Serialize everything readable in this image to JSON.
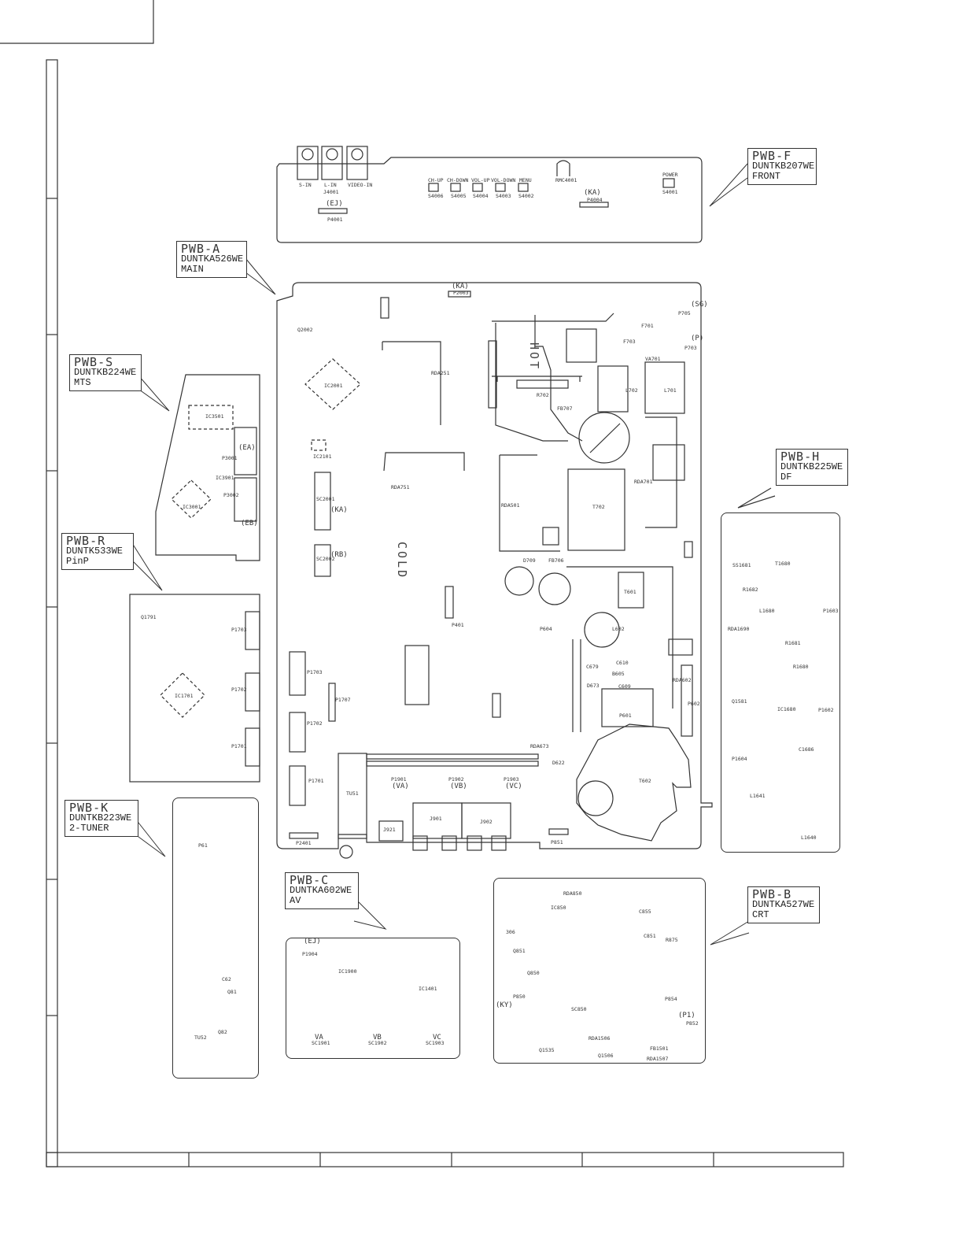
{
  "boards": {
    "F": {
      "callout": [
        "PWB-F",
        "DUNTKB207WE",
        "FRONT"
      ],
      "labels": {
        "jacks": [
          "S-IN",
          "L-IN",
          "VIDEO-IN"
        ],
        "j4001": "J4001",
        "p4001": "P4001",
        "ej": "(EJ)",
        "switches": [
          {
            "name": "CH-UP",
            "ref": "S4006"
          },
          {
            "name": "CH-DOWN",
            "ref": "S4005"
          },
          {
            "name": "VOL-UP",
            "ref": "S4004"
          },
          {
            "name": "VOL-DOWN",
            "ref": "S4003"
          },
          {
            "name": "MENU",
            "ref": "S4002"
          }
        ],
        "rmc": "RMC4001",
        "ka": "(KA)",
        "p4004": "P4004",
        "power": "POWER",
        "s4001": "S4001"
      }
    },
    "A": {
      "callout": [
        "PWB-A",
        "DUNTKA526WE",
        "MAIN"
      ],
      "labels": {
        "ka_top": "(KA)",
        "p2003": "P2003",
        "sg": "(SG)",
        "p705": "P705",
        "hot": "HOT",
        "cold": "COLD",
        "ka_side": "(KA)",
        "rb": "(RB)",
        "sc2001": "SC2001",
        "sc2002": "SC2002",
        "p1901": "P1901",
        "p1902": "P1902",
        "p1903": "P1903",
        "va": "(VA)",
        "vb": "(VB)",
        "vc": "(VC)",
        "j901": "J901",
        "j902": "J902",
        "j921": "J921",
        "tu51": "TU51",
        "p2401": "P2401",
        "p851": "P851",
        "t602": "T602",
        "t702": "T702",
        "t601": "T601",
        "p601": "P601",
        "d622": "D622",
        "r702": "R702",
        "ic2001": "IC2001",
        "ic2101": "IC2101",
        "f701": "F701",
        "va701": "VA701",
        "l701": "L701",
        "l702": "L702",
        "f703": "F703",
        "p703": "P703",
        "p2": "(P)",
        "q2002": "Q2002",
        "fb707": "FB707",
        "fb706": "FB706",
        "d709": "D709",
        "rda751": "RDA751",
        "rda673": "RDA673",
        "rda602": "RDA602",
        "rda701": "RDA701",
        "rda251": "RDA251",
        "rda501": "RDA501",
        "p401": "P401",
        "p604": "P604",
        "l602": "L602",
        "p602": "P602",
        "c610": "C610",
        "c609": "C609",
        "b605": "B605",
        "c679": "C679",
        "d673": "D673",
        "p1702": "P1702",
        "p1703": "P1703",
        "p1701": "P1701",
        "p1707": "P1707"
      }
    },
    "S": {
      "callout": [
        "PWB-S",
        "DUNTKB224WE",
        "MTS"
      ],
      "labels": {
        "ic3501": "IC3501",
        "ic3001": "IC3001",
        "ic3901": "IC3901",
        "p3001": "P3001",
        "p3002": "P3002",
        "ea": "(EA)",
        "eb": "(EB)"
      }
    },
    "R": {
      "callout": [
        "PWB-R",
        "DUNTK533WE",
        "PinP"
      ],
      "labels": {
        "q1791": "Q1791",
        "ic1701": "IC1701",
        "p1703": "P1703",
        "p1702": "P1702",
        "p1701": "P1701"
      }
    },
    "H": {
      "callout": [
        "PWB-H",
        "DUNTKB225WE",
        "DF"
      ],
      "labels": {
        "ss1681": "SS1681",
        "t1680": "T1680",
        "l1680": "L1680",
        "p1603": "P1603",
        "r1682": "R1682",
        "rda1690": "RDA1690",
        "r1681": "R1681",
        "r1680": "R1680",
        "q1581": "Q1581",
        "ic1680": "IC1680",
        "p1602": "P1602",
        "c1686": "C1686",
        "p1604": "P1604",
        "l1641": "L1641",
        "l1640": "L1640"
      }
    },
    "K": {
      "callout": [
        "PWB-K",
        "DUNTKB223WE",
        "2-TUNER"
      ],
      "labels": {
        "p61": "P61",
        "tu52": "TU52",
        "c62": "C62",
        "q81": "Q81",
        "q82": "Q82"
      }
    },
    "C": {
      "callout": [
        "PWB-C",
        "DUNTKA602WE",
        "AV"
      ],
      "labels": {
        "ej": "(EJ)",
        "p1904": "P1904",
        "ic1900": "IC1900",
        "ic1401": "IC1401",
        "va": "VA",
        "vb": "VB",
        "vc": "VC",
        "sc1901": "SC1901",
        "sc1902": "SC1902",
        "sc1903": "SC1903"
      }
    },
    "B": {
      "callout": [
        "PWB-B",
        "DUNTKA527WE",
        "CRT"
      ],
      "labels": {
        "rda850": "RDA850",
        "ic850": "IC850",
        "c855": "C855",
        "sc850": "SC850",
        "ky": "(KY)",
        "rda1506": "RDA1506",
        "q1506": "Q1506",
        "rda1507": "RDA1507",
        "fb1501": "FB1501",
        "p1501": "(P1)",
        "p852": "P852",
        "q850": "Q850",
        "q851": "Q851",
        "q1535": "Q1535",
        "p850": "P850",
        "p854": "P854",
        "s306": "306",
        "r875": "R875",
        "c851": "C851"
      }
    }
  },
  "colors": {
    "line": "#333333",
    "background": "#ffffff"
  }
}
